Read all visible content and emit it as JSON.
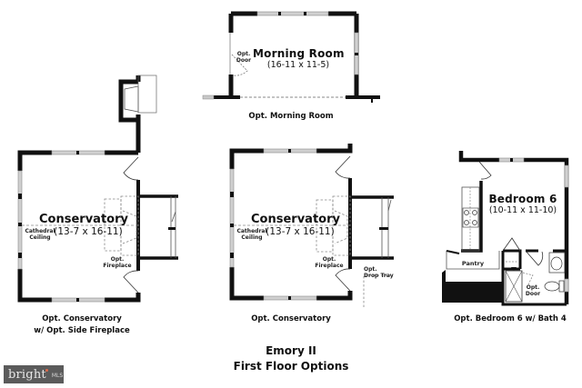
{
  "document": {
    "title_line1": "Emory II",
    "title_line2": "First Floor Options"
  },
  "plans": {
    "morning_room": {
      "room_name": "Morning Room",
      "room_dims": "(16-11 x 11-5)",
      "door_note_1": "Opt.",
      "door_note_2": "Door",
      "caption": "Opt. Morning Room"
    },
    "conservatory_fireplace": {
      "room_name": "Conservatory",
      "room_dims": "(13-7 x 16-11)",
      "ceiling_note_1": "Cathedral",
      "ceiling_note_2": "Ceiling",
      "fireplace_note_1": "Opt.",
      "fireplace_note_2": "Fireplace",
      "caption_line1": "Opt. Conservatory",
      "caption_line2": "w/ Opt. Side Fireplace"
    },
    "conservatory": {
      "room_name": "Conservatory",
      "room_dims": "(13-7 x 16-11)",
      "ceiling_note_1": "Cathedral",
      "ceiling_note_2": "Ceiling",
      "fireplace_note_1": "Opt.",
      "fireplace_note_2": "Fireplace",
      "drop_tray_note_1": "Opt.",
      "drop_tray_note_2": "Drop Tray",
      "caption": "Opt. Conservatory"
    },
    "bedroom6": {
      "room_name": "Bedroom 6",
      "room_dims": "(10-11 x 11-10)",
      "pantry_label": "Pantry",
      "door_note_1": "Opt.",
      "door_note_2": "Door",
      "caption": "Opt. Bedroom 6 w/ Bath 4"
    }
  },
  "watermark": {
    "brand": "bright",
    "suffix": "MLS",
    "bg_color": "#5b5b5b",
    "accent_color": "#e06a4a"
  },
  "colors": {
    "wall": "#111111",
    "window": "#c8c8c8",
    "dashed": "#888888"
  }
}
